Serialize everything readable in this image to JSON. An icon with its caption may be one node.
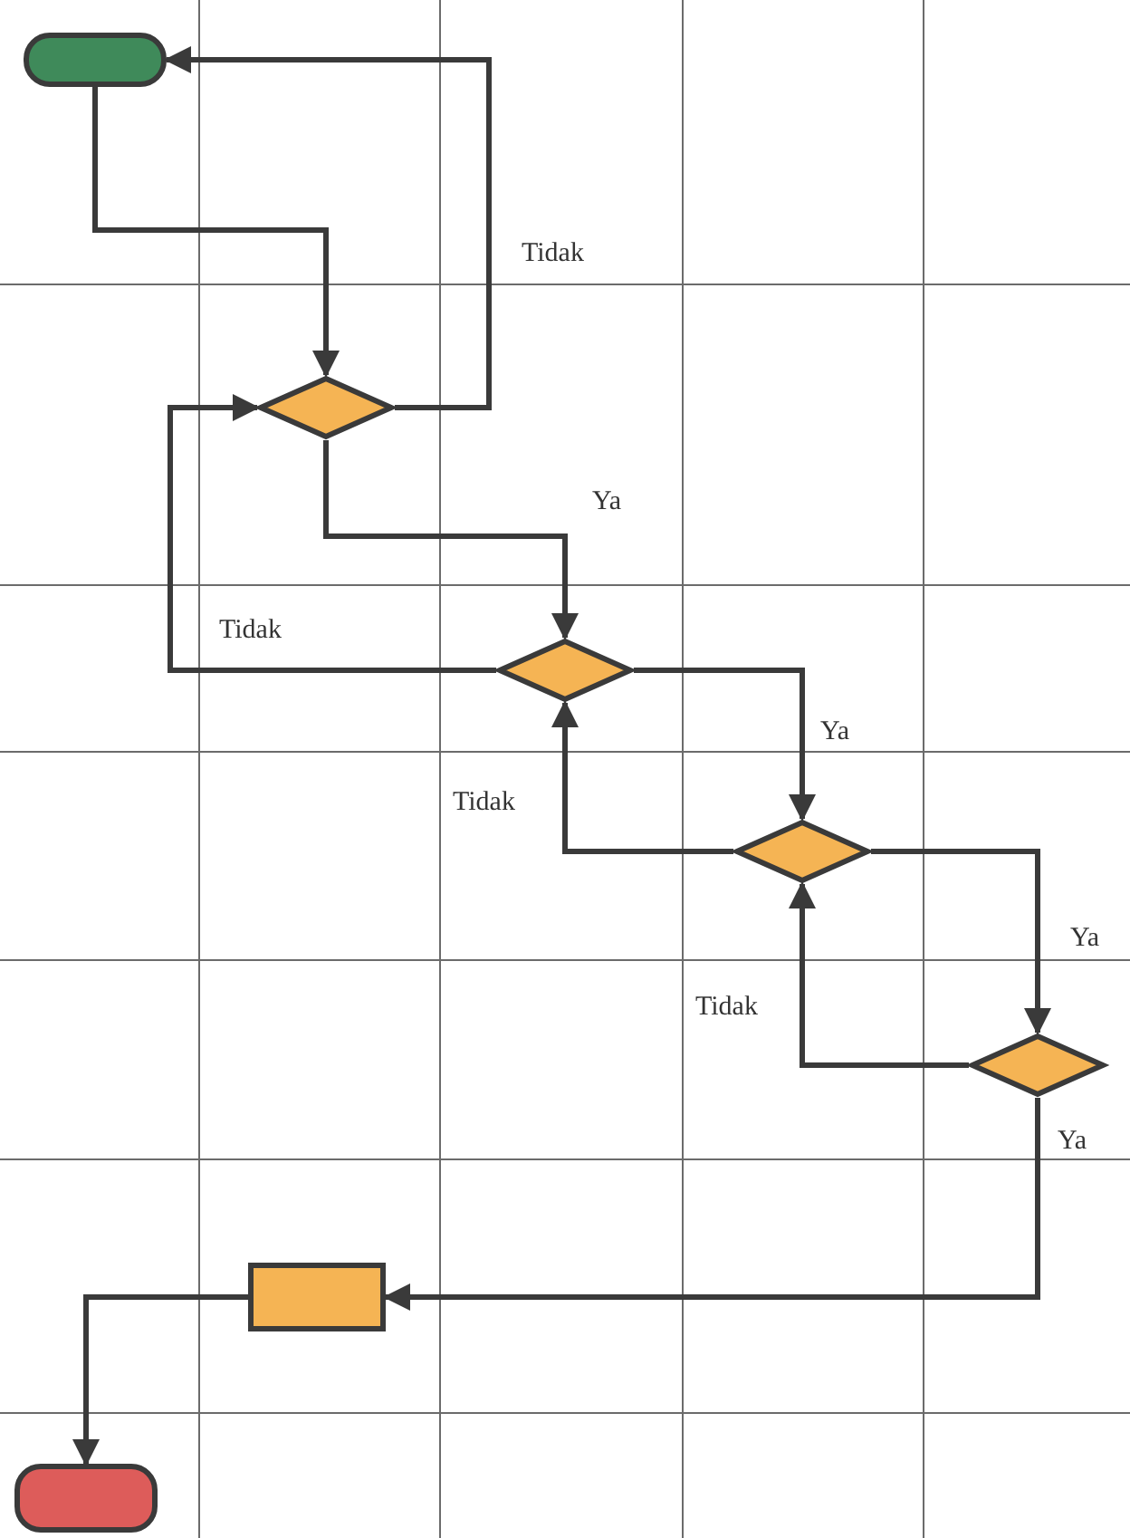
{
  "diagram": {
    "nodes": [
      {
        "text": [],
        "shape": "pill"
      },
      {
        "text": [],
        "shape": "diamond"
      },
      {
        "text": [],
        "shape": "diamond"
      },
      {
        "text": [],
        "shape": "diamond"
      },
      {
        "text": [],
        "shape": "diamond"
      },
      {
        "text": [],
        "shape": "box"
      },
      {
        "text": [],
        "shape": "pill"
      }
    ],
    "edges": [
      {
        "from": 0,
        "to": 1,
        "arrow": "to"
      },
      {
        "from": 1,
        "to": 0,
        "arrow": "to",
        "label": "Tidak"
      },
      {
        "from": 1,
        "to": 2,
        "arrow": "to",
        "label": "Ya"
      },
      {
        "from": 2,
        "to": 1,
        "arrow": "to",
        "label": "Tidak"
      },
      {
        "from": 2,
        "to": 3,
        "arrow": "to",
        "label": "Ya"
      },
      {
        "from": 3,
        "to": 2,
        "arrow": "to",
        "label": "Tidak"
      },
      {
        "from": 3,
        "to": 4,
        "arrow": "to",
        "label": "Ya"
      },
      {
        "from": 4,
        "to": 3,
        "arrow": "to",
        "label": "Tidak"
      },
      {
        "from": 4,
        "to": 5,
        "arrow": "to",
        "label": "Ya"
      },
      {
        "from": 5,
        "to": 6,
        "arrow": "to"
      }
    ]
  }
}
